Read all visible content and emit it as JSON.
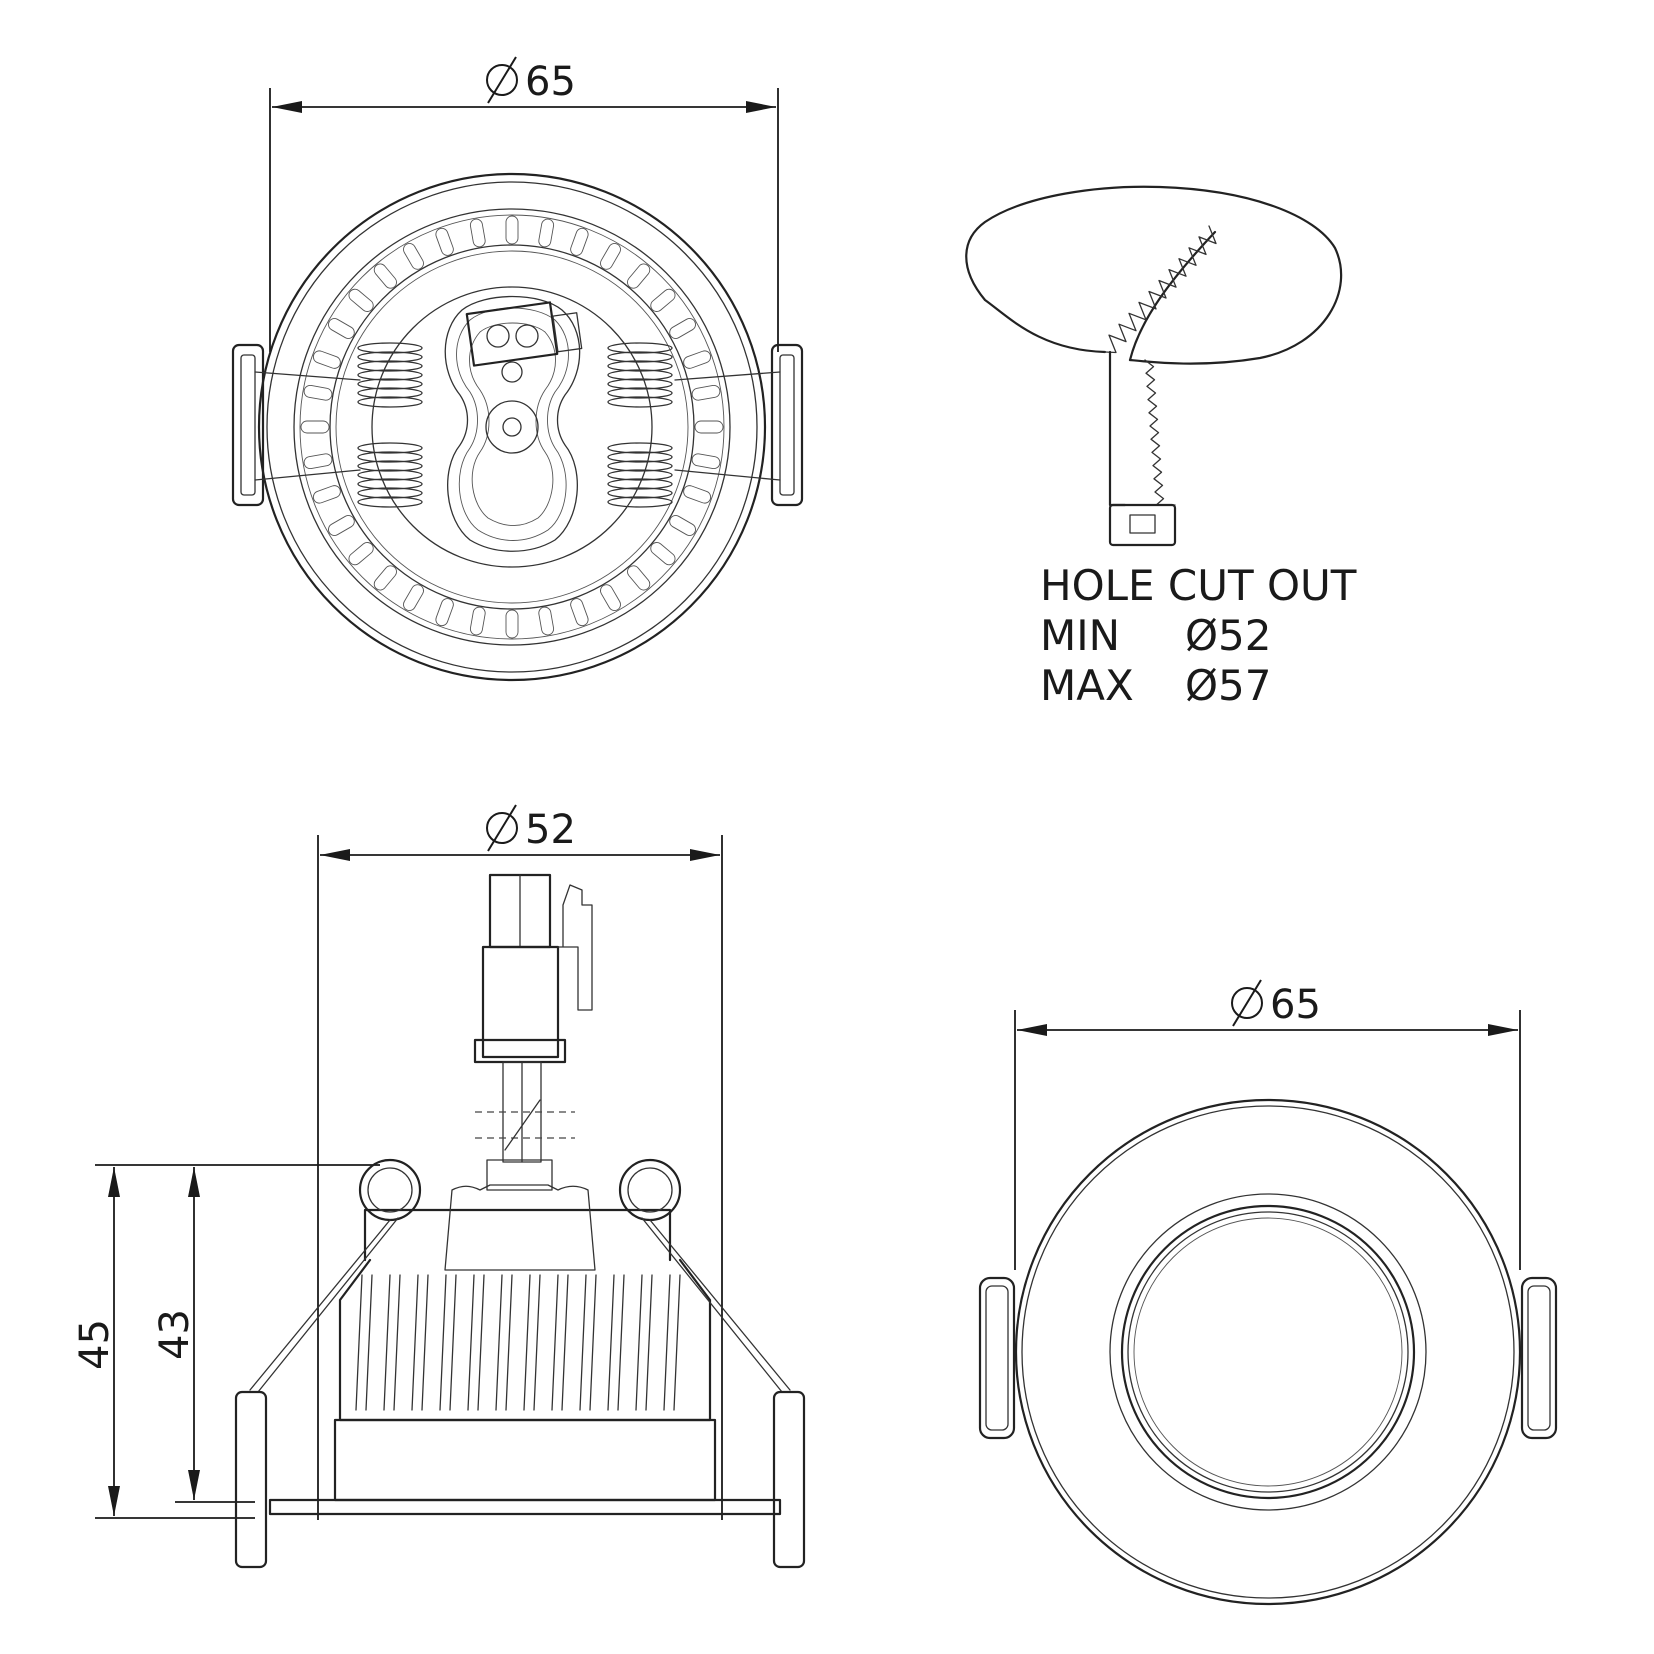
{
  "dimensions": {
    "top_width": "65",
    "bottom_left_width": "52",
    "bottom_right_width": "65",
    "overall_height": "45",
    "body_height": "43"
  },
  "cutout": {
    "title": "HOLE CUT OUT",
    "min_label": "MIN",
    "min_value": "Ø52",
    "max_label": "MAX",
    "max_value": "Ø57"
  }
}
